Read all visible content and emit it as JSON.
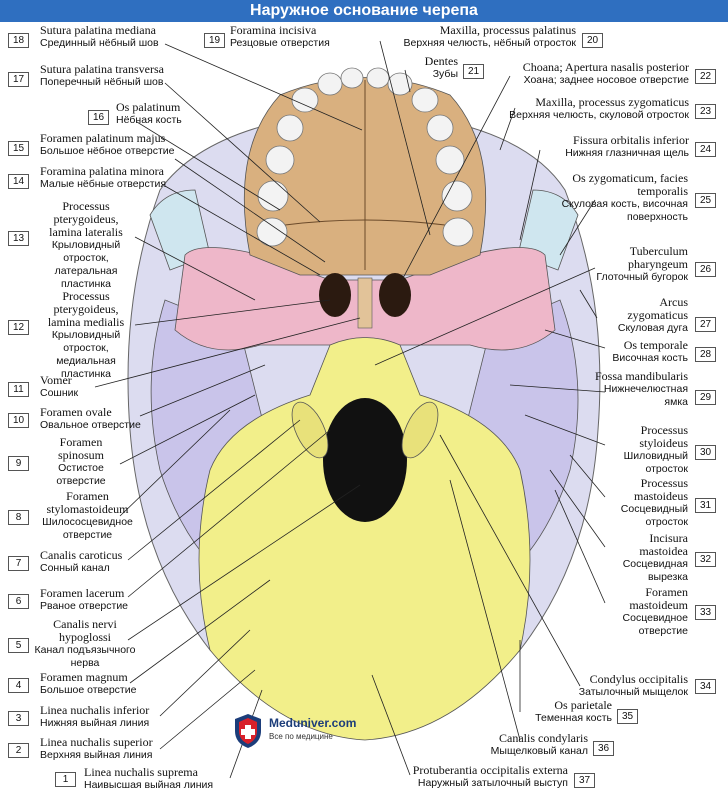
{
  "title": "Наружное основание черепа",
  "logo": {
    "brand": "Meduniver.com",
    "tagline": "Все по медицине"
  },
  "colors": {
    "occipital": "#f2ef8a",
    "temporal": "#c9c4ea",
    "palatine": "#d9b07f",
    "sphenoid": "#eeb7c9",
    "vomer": "#e2c399",
    "zygomatic": "#cfe6ef",
    "teeth": "#f3f3f3",
    "title_bar": "#2f6fc0"
  },
  "labels": [
    {
      "n": "1",
      "la": "Linea nuchalis suprema",
      "ru": "Наивысшая выйная линия"
    },
    {
      "n": "2",
      "la": "Linea nuchalis superior",
      "ru": "Верхняя выйная линия"
    },
    {
      "n": "3",
      "la": "Linea nuchalis inferior",
      "ru": "Нижняя выйная линия"
    },
    {
      "n": "4",
      "la": "Foramen magnum",
      "ru": "Большое отверстие"
    },
    {
      "n": "5",
      "la": "Canalis nervi hypoglossi",
      "ru": "Канал подъязычного нерва"
    },
    {
      "n": "6",
      "la": "Foramen lacerum",
      "ru": "Рваное отверстие"
    },
    {
      "n": "7",
      "la": "Canalis caroticus",
      "ru": "Сонный канал"
    },
    {
      "n": "8",
      "la": "Foramen stylomastoideum",
      "ru": "Шилососцевидное отверстие"
    },
    {
      "n": "9",
      "la": "Foramen spinosum",
      "ru": "Остистое отверстие"
    },
    {
      "n": "10",
      "la": "Foramen ovale",
      "ru": "Овальное отверстие"
    },
    {
      "n": "11",
      "la": "Vomer",
      "ru": "Сошник"
    },
    {
      "n": "12",
      "la": "Processus pterygoideus, lamina medialis",
      "ru": "Крыловидный отросток, медиальная пластинка"
    },
    {
      "n": "13",
      "la": "Processus pterygoideus, lamina lateralis",
      "ru": "Крыловидный отросток, латеральная пластинка"
    },
    {
      "n": "14",
      "la": "Foramina palatina minora",
      "ru": "Малые нёбные отверстия"
    },
    {
      "n": "15",
      "la": "Foramen palatinum majus",
      "ru": "Большое нёбное отверстие"
    },
    {
      "n": "16",
      "la": "Os palatinum",
      "ru": "Нёбная кость"
    },
    {
      "n": "17",
      "la": "Sutura palatina transversa",
      "ru": "Поперечный нёбный шов"
    },
    {
      "n": "18",
      "la": "Sutura palatina mediana",
      "ru": "Срединный нёбный шов"
    },
    {
      "n": "19",
      "la": "Foramina incisiva",
      "ru": "Резцовые отверстия"
    },
    {
      "n": "20",
      "la": "Maxilla, processus palatinus",
      "ru": "Верхняя челюсть, нёбный отросток"
    },
    {
      "n": "21",
      "la": "Dentes",
      "ru": "Зубы"
    },
    {
      "n": "22",
      "la": "Choana; Apertura nasalis posterior",
      "ru": "Хоана; заднее носовое отверстие"
    },
    {
      "n": "23",
      "la": "Maxilla, processus zygomaticus",
      "ru": "Верхняя челюсть, скуловой отросток"
    },
    {
      "n": "24",
      "la": "Fissura orbitalis inferior",
      "ru": "Нижняя глазничная щель"
    },
    {
      "n": "25",
      "la": "Os zygomaticum, facies temporalis",
      "ru": "Скуловая кость, височная поверхность"
    },
    {
      "n": "26",
      "la": "Tuberculum pharyngeum",
      "ru": "Глоточный бугорок"
    },
    {
      "n": "27",
      "la": "Arcus zygomaticus",
      "ru": "Скуловая дуга"
    },
    {
      "n": "28",
      "la": "Os temporale",
      "ru": "Височная кость"
    },
    {
      "n": "29",
      "la": "Fossa mandibularis",
      "ru": "Нижнечелюстная ямка"
    },
    {
      "n": "30",
      "la": "Processus styloideus",
      "ru": "Шиловидный отросток"
    },
    {
      "n": "31",
      "la": "Processus mastoideus",
      "ru": "Сосцевидный отросток"
    },
    {
      "n": "32",
      "la": "Incisura mastoidea",
      "ru": "Сосцевидная вырезка"
    },
    {
      "n": "33",
      "la": "Foramen mastoideum",
      "ru": "Сосцевидное отверстие"
    },
    {
      "n": "34",
      "la": "Condylus occipitalis",
      "ru": "Затылочный мыщелок"
    },
    {
      "n": "35",
      "la": "Os parietale",
      "ru": "Теменная кость"
    },
    {
      "n": "36",
      "la": "Canalis condylaris",
      "ru": "Мыщелковый канал"
    },
    {
      "n": "37",
      "la": "Protuberantia occipitalis externa",
      "ru": "Наружный затылочный выступ"
    }
  ]
}
